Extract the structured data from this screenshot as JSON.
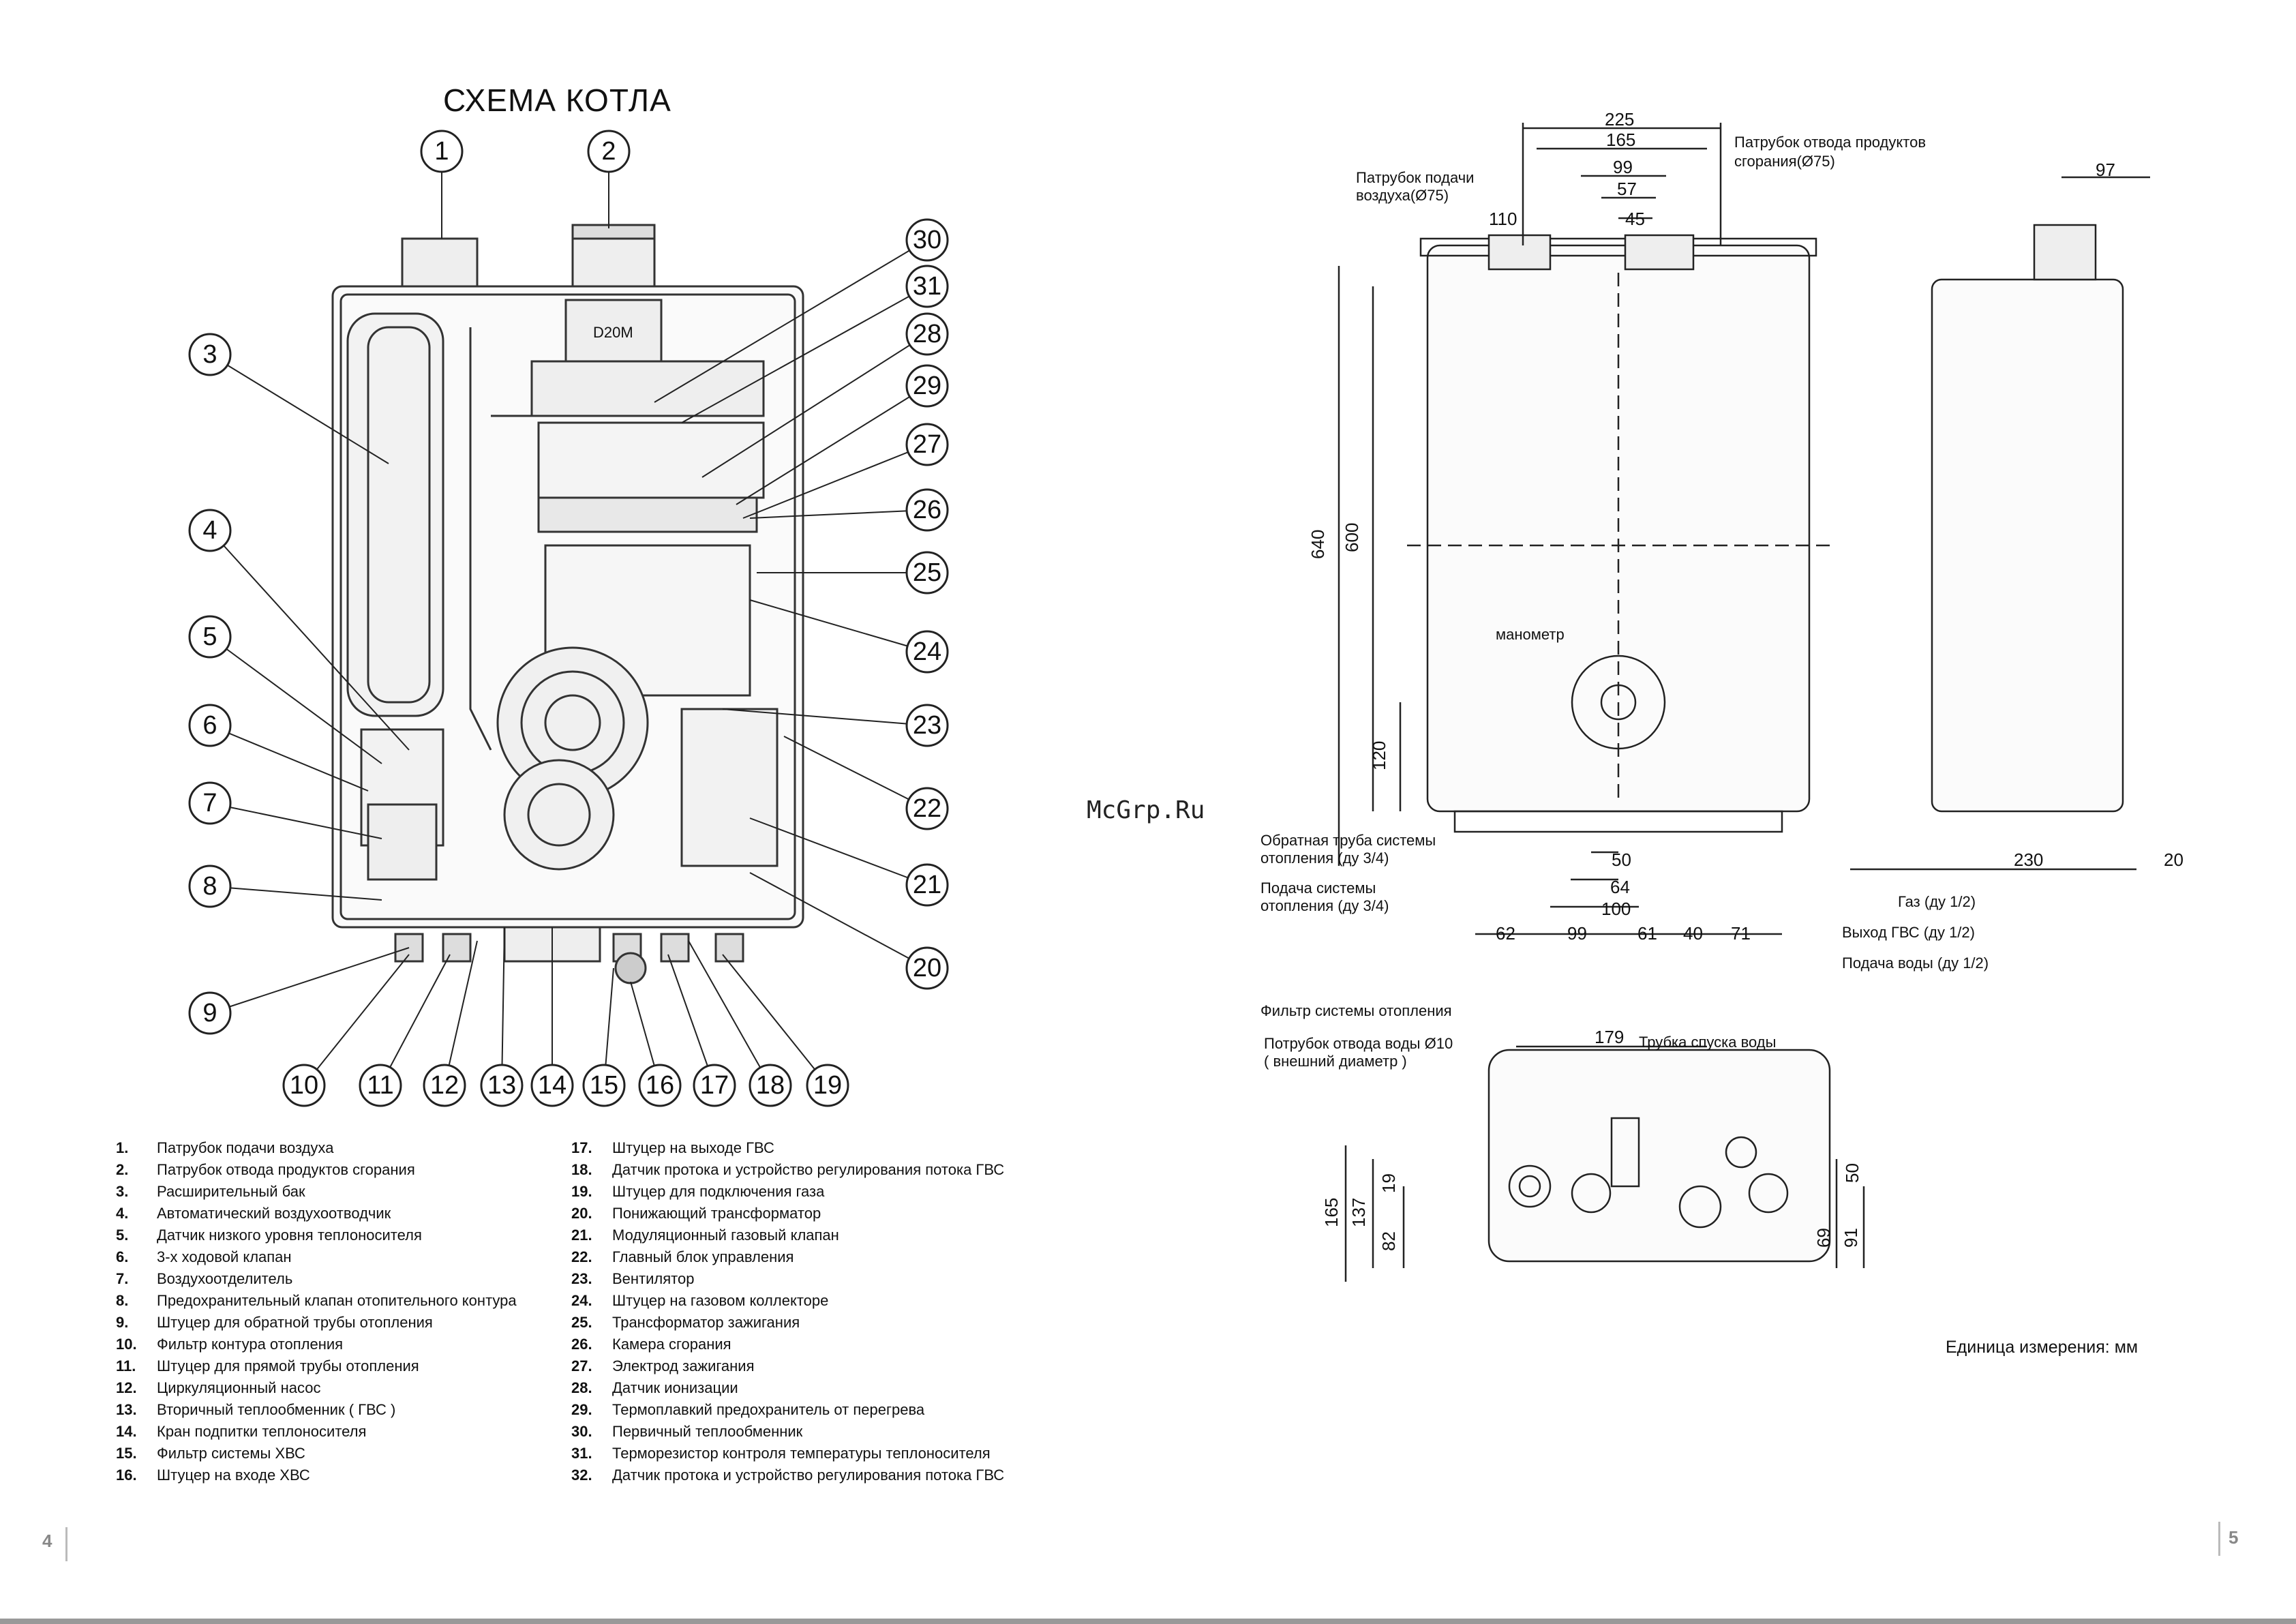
{
  "left_page": {
    "title": "СХЕМА КОТЛА",
    "page_number": "4",
    "callouts_top": [
      "1",
      "2"
    ],
    "callouts_left": [
      "3",
      "4",
      "5",
      "6",
      "7",
      "8",
      "9"
    ],
    "callouts_right": [
      "30",
      "31",
      "28",
      "29",
      "27",
      "26",
      "25",
      "24",
      "23",
      "22",
      "21",
      "20"
    ],
    "callouts_bottom": [
      "10",
      "11",
      "12",
      "13",
      "14",
      "15",
      "16",
      "17",
      "18",
      "19"
    ],
    "legend_col1": [
      {
        "n": "1.",
        "t": "Патрубок подачи воздуха"
      },
      {
        "n": "2.",
        "t": "Патрубок  отвода продуктов сгорания"
      },
      {
        "n": "3.",
        "t": "Расширительный бак"
      },
      {
        "n": "4.",
        "t": "Автоматический воздухоотводчик"
      },
      {
        "n": "5.",
        "t": "Датчик низкого уровня теплоносителя"
      },
      {
        "n": "6.",
        "t": "3-х ходовой клапан"
      },
      {
        "n": "7.",
        "t": "Воздухоотделитель"
      },
      {
        "n": "8.",
        "t": "Предохранительный клапан отопительного контура"
      },
      {
        "n": "9.",
        "t": "Штуцер для обратной трубы отопления"
      },
      {
        "n": "10.",
        "t": "Фильтр контура отопления"
      },
      {
        "n": "11.",
        "t": "Штуцер для прямой трубы отопления"
      },
      {
        "n": "12.",
        "t": "Циркуляционный насос"
      },
      {
        "n": "13.",
        "t": "Вторичный теплообменник ( ГВС )"
      },
      {
        "n": "14.",
        "t": "Кран подпитки теплоносителя"
      },
      {
        "n": "15.",
        "t": "Фильтр системы ХВС"
      },
      {
        "n": "16.",
        "t": "Штуцер на входе ХВС"
      }
    ],
    "legend_col2": [
      {
        "n": "17.",
        "t": "Штуцер на выходе ГВС"
      },
      {
        "n": "18.",
        "t": "Датчик протока и устройство регулирования потока ГВС"
      },
      {
        "n": "19.",
        "t": "Штуцер для подключения газа"
      },
      {
        "n": "20.",
        "t": "Понижающий трансформатор"
      },
      {
        "n": "21.",
        "t": "Модуляционный газовый клапан"
      },
      {
        "n": "22.",
        "t": "Главный блок управления"
      },
      {
        "n": "23.",
        "t": "Вентилятор"
      },
      {
        "n": "24.",
        "t": "Штуцер на газовом коллекторе"
      },
      {
        "n": "25.",
        "t": "Трансформатор зажигания"
      },
      {
        "n": "26.",
        "t": "Камера сгорания"
      },
      {
        "n": "27.",
        "t": "Электрод зажигания"
      },
      {
        "n": "28.",
        "t": "Датчик ионизации"
      },
      {
        "n": "29.",
        "t": "Термоплавкий предохранитель от перегрева"
      },
      {
        "n": "30.",
        "t": "Первичный теплообменник"
      },
      {
        "n": "31.",
        "t": "Терморезистор контроля температуры теплоносителя"
      },
      {
        "n": "32.",
        "t": "Датчик протока и устройство регулирования потока ГВС"
      }
    ],
    "unit_label": "D20M"
  },
  "right_page": {
    "page_number": "5",
    "watermark": "McGrp.Ru",
    "unit_note": "Единица измерения: мм",
    "annotations": {
      "air_inlet": [
        "Патрубок подачи",
        "воздуха(Ø75)"
      ],
      "flue_outlet": [
        "Патрубок отвода продуктов",
        "сгорания(Ø75)"
      ],
      "manometer": "манометр",
      "return_pipe": [
        "Обратная труба системы",
        "отопления (ду 3/4)"
      ],
      "supply_pipe": [
        "Подача системы",
        "отопления (ду 3/4)"
      ],
      "gas": "Газ (ду 1/2)",
      "dhw_out": "Выход ГВС (ду 1/2)",
      "water_in": "Подача воды (ду 1/2)",
      "heating_filter": "Фильтр системы отопления",
      "drain_outlet": [
        "Потрубок отвода воды Ø10",
        "( внешний диаметр )"
      ],
      "drain_tube": "Трубка спуска воды"
    },
    "dims": {
      "top": [
        "225",
        "165",
        "99",
        "57",
        "45",
        "110"
      ],
      "side": [
        "97",
        "230",
        "20"
      ],
      "vertical": [
        "640",
        "600",
        "120"
      ],
      "bottom": [
        "50",
        "64",
        "100",
        "62",
        "99",
        "61",
        "40",
        "71"
      ],
      "bottom_view": [
        "179",
        "165",
        "137",
        "82",
        "19",
        "50",
        "69",
        "91"
      ]
    }
  }
}
